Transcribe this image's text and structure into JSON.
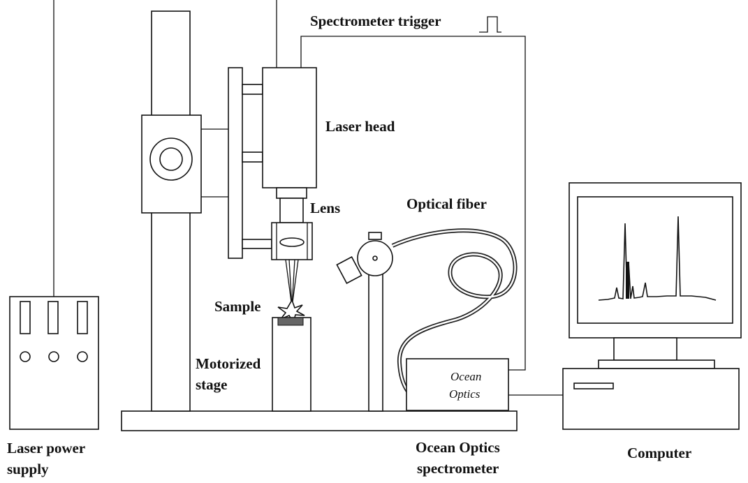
{
  "labels": {
    "spectrometer_trigger": "Spectrometer trigger",
    "laser_head": "Laser head",
    "lens": "Lens",
    "optical_fiber": "Optical fiber",
    "sample": "Sample",
    "motorized_stage_line1": "Motorized",
    "motorized_stage_line2": "stage",
    "laser_power_supply_line1": "Laser power",
    "laser_power_supply_line2": "supply",
    "ocean_optics_spectrometer_line1": "Ocean Optics",
    "ocean_optics_spectrometer_line2": "spectrometer",
    "computer": "Computer",
    "device_brand_line1": "Ocean",
    "device_brand_line2": "Optics"
  }
}
